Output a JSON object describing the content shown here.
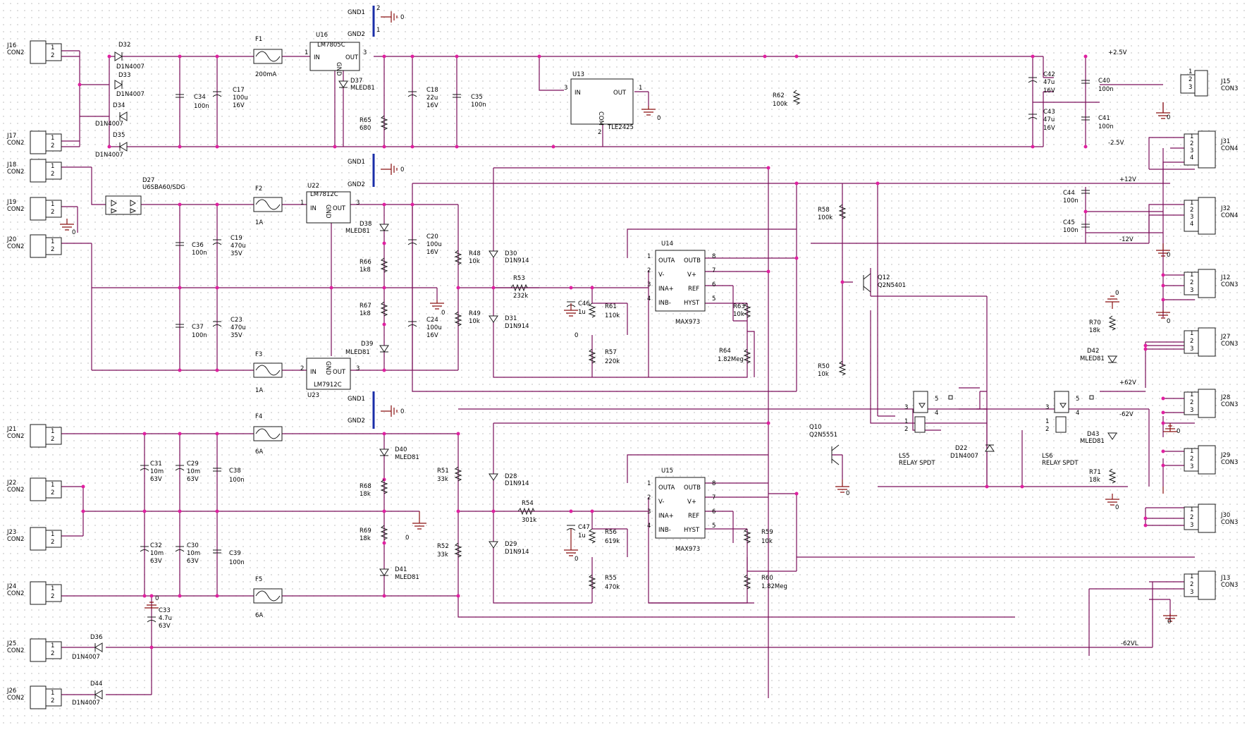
{
  "connectors": [
    {
      "ref": "J16",
      "type": "CON2"
    },
    {
      "ref": "J17",
      "type": "CON2"
    },
    {
      "ref": "J18",
      "type": "CON2"
    },
    {
      "ref": "J19",
      "type": "CON2"
    },
    {
      "ref": "J20",
      "type": "CON2"
    },
    {
      "ref": "J21",
      "type": "CON2"
    },
    {
      "ref": "J22",
      "type": "CON2"
    },
    {
      "ref": "J23",
      "type": "CON2"
    },
    {
      "ref": "J24",
      "type": "CON2"
    },
    {
      "ref": "J25",
      "type": "CON2"
    },
    {
      "ref": "J26",
      "type": "CON2"
    },
    {
      "ref": "J15",
      "type": "CON3"
    },
    {
      "ref": "J31",
      "type": "CON4"
    },
    {
      "ref": "J32",
      "type": "CON4"
    },
    {
      "ref": "J12",
      "type": "CON3"
    },
    {
      "ref": "J27",
      "type": "CON3"
    },
    {
      "ref": "J28",
      "type": "CON3"
    },
    {
      "ref": "J29",
      "type": "CON3"
    },
    {
      "ref": "J30",
      "type": "CON3"
    },
    {
      "ref": "J13",
      "type": "CON3"
    }
  ],
  "pins": {
    "p1": "1",
    "p2": "2",
    "p3": "3",
    "p4": "4",
    "p5": "5",
    "p6": "6",
    "p7": "7",
    "p8": "8"
  },
  "diodes": [
    {
      "ref": "D32",
      "value": "D1N4007"
    },
    {
      "ref": "D33",
      "value": "D1N4007"
    },
    {
      "ref": "D34",
      "value": "D1N4007"
    },
    {
      "ref": "D35",
      "value": "D1N4007"
    },
    {
      "ref": "D36",
      "value": "D1N4007"
    },
    {
      "ref": "D44",
      "value": "D1N4007"
    },
    {
      "ref": "D27",
      "value": "U6SBA60/SDG"
    },
    {
      "ref": "D37",
      "value": "MLED81"
    },
    {
      "ref": "D38",
      "value": "MLED81"
    },
    {
      "ref": "D39",
      "value": "MLED81"
    },
    {
      "ref": "D40",
      "value": "MLED81"
    },
    {
      "ref": "D41",
      "value": "MLED81"
    },
    {
      "ref": "D42",
      "value": "MLED81"
    },
    {
      "ref": "D43",
      "value": "MLED81"
    },
    {
      "ref": "D30",
      "value": "D1N914"
    },
    {
      "ref": "D31",
      "value": "D1N914"
    },
    {
      "ref": "D28",
      "value": "D1N914"
    },
    {
      "ref": "D29",
      "value": "D1N914"
    },
    {
      "ref": "D22",
      "value": "D1N4007"
    }
  ],
  "capacitors": [
    {
      "ref": "C34",
      "value": "100n"
    },
    {
      "ref": "C17",
      "value": "100u",
      "rating": "16V"
    },
    {
      "ref": "C18",
      "value": "22u",
      "rating": "16V"
    },
    {
      "ref": "C35",
      "value": "100n"
    },
    {
      "ref": "C36",
      "value": "100n"
    },
    {
      "ref": "C19",
      "value": "470u",
      "rating": "35V"
    },
    {
      "ref": "C37",
      "value": "100n"
    },
    {
      "ref": "C23",
      "value": "470u",
      "rating": "35V"
    },
    {
      "ref": "C20",
      "value": "100u",
      "rating": "16V"
    },
    {
      "ref": "C24",
      "value": "100u",
      "rating": "16V"
    },
    {
      "ref": "C46",
      "value": "1u"
    },
    {
      "ref": "C47",
      "value": "1u"
    },
    {
      "ref": "C31",
      "value": "10m",
      "rating": "63V"
    },
    {
      "ref": "C29",
      "value": "10m",
      "rating": "63V"
    },
    {
      "ref": "C38",
      "value": "100n"
    },
    {
      "ref": "C32",
      "value": "10m",
      "rating": "63V"
    },
    {
      "ref": "C30",
      "value": "10m",
      "rating": "63V"
    },
    {
      "ref": "C39",
      "value": "100n"
    },
    {
      "ref": "C33",
      "value": "4.7u",
      "rating": "63V"
    },
    {
      "ref": "C42",
      "value": "47u",
      "rating": "16V"
    },
    {
      "ref": "C43",
      "value": "47u",
      "rating": "16V"
    },
    {
      "ref": "C40",
      "value": "100n"
    },
    {
      "ref": "C41",
      "value": "100n"
    },
    {
      "ref": "C44",
      "value": "100n"
    },
    {
      "ref": "C45",
      "value": "100n"
    }
  ],
  "resistors": [
    {
      "ref": "R65",
      "value": "680"
    },
    {
      "ref": "R66",
      "value": "1k8"
    },
    {
      "ref": "R67",
      "value": "1k8"
    },
    {
      "ref": "R48",
      "value": "10k"
    },
    {
      "ref": "R49",
      "value": "10k"
    },
    {
      "ref": "R53",
      "value": "232k"
    },
    {
      "ref": "R61",
      "value": "110k"
    },
    {
      "ref": "R57",
      "value": "220k"
    },
    {
      "ref": "R63",
      "value": "10k"
    },
    {
      "ref": "R64",
      "value": "1.82Meg"
    },
    {
      "ref": "R62",
      "value": "100k"
    },
    {
      "ref": "R58",
      "value": "100k"
    },
    {
      "ref": "R50",
      "value": "10k"
    },
    {
      "ref": "R68",
      "value": "18k"
    },
    {
      "ref": "R69",
      "value": "18k"
    },
    {
      "ref": "R51",
      "value": "33k"
    },
    {
      "ref": "R52",
      "value": "33k"
    },
    {
      "ref": "R54",
      "value": "301k"
    },
    {
      "ref": "R56",
      "value": "619k"
    },
    {
      "ref": "R55",
      "value": "470k"
    },
    {
      "ref": "R59",
      "value": "10k"
    },
    {
      "ref": "R60",
      "value": "1.82Meg"
    },
    {
      "ref": "R70",
      "value": "18k"
    },
    {
      "ref": "R71",
      "value": "18k"
    }
  ],
  "fuses": [
    {
      "ref": "F1",
      "value": "200mA"
    },
    {
      "ref": "F2",
      "value": "1A"
    },
    {
      "ref": "F3",
      "value": "1A"
    },
    {
      "ref": "F4",
      "value": "6A"
    },
    {
      "ref": "F5",
      "value": "6A"
    }
  ],
  "regulators": {
    "U16": {
      "ref": "U16",
      "part": "LM7805C",
      "in": "IN",
      "out": "OUT",
      "gnd": "GND"
    },
    "U22": {
      "ref": "U22",
      "part": "LM7812C",
      "in": "IN",
      "out": "OUT",
      "gnd": "GND"
    },
    "U23": {
      "ref": "U23",
      "part": "LM7912C",
      "in": "IN",
      "out": "OUT",
      "gnd": "GND"
    },
    "U13": {
      "ref": "U13",
      "part": "TLE2425",
      "in": "IN",
      "out": "OUT",
      "com": "COM"
    }
  },
  "comparators": {
    "U14": {
      "ref": "U14",
      "part": "MAX973"
    },
    "U15": {
      "ref": "U15",
      "part": "MAX973"
    },
    "pins_left": [
      "OUTA",
      "V-",
      "INA+",
      "INB-"
    ],
    "pins_right": [
      "OUTB",
      "V+",
      "REF",
      "HYST"
    ]
  },
  "transistors": [
    {
      "ref": "Q12",
      "part": "Q2N5401"
    },
    {
      "ref": "Q10",
      "part": "Q2N5551"
    }
  ],
  "relays": [
    {
      "ref": "LS5",
      "part": "RELAY SPDT"
    },
    {
      "ref": "LS6",
      "part": "RELAY SPDT"
    }
  ],
  "ground_pins": {
    "g1": "GND1",
    "g2": "GND2"
  },
  "ground_value": "0",
  "net_labels": {
    "p25": "+2.5V",
    "m25": "-2.5V",
    "p12": "+12V",
    "m12": "-12V",
    "p62": "+62V",
    "m62": "-62V",
    "m62l": "-62VL"
  }
}
